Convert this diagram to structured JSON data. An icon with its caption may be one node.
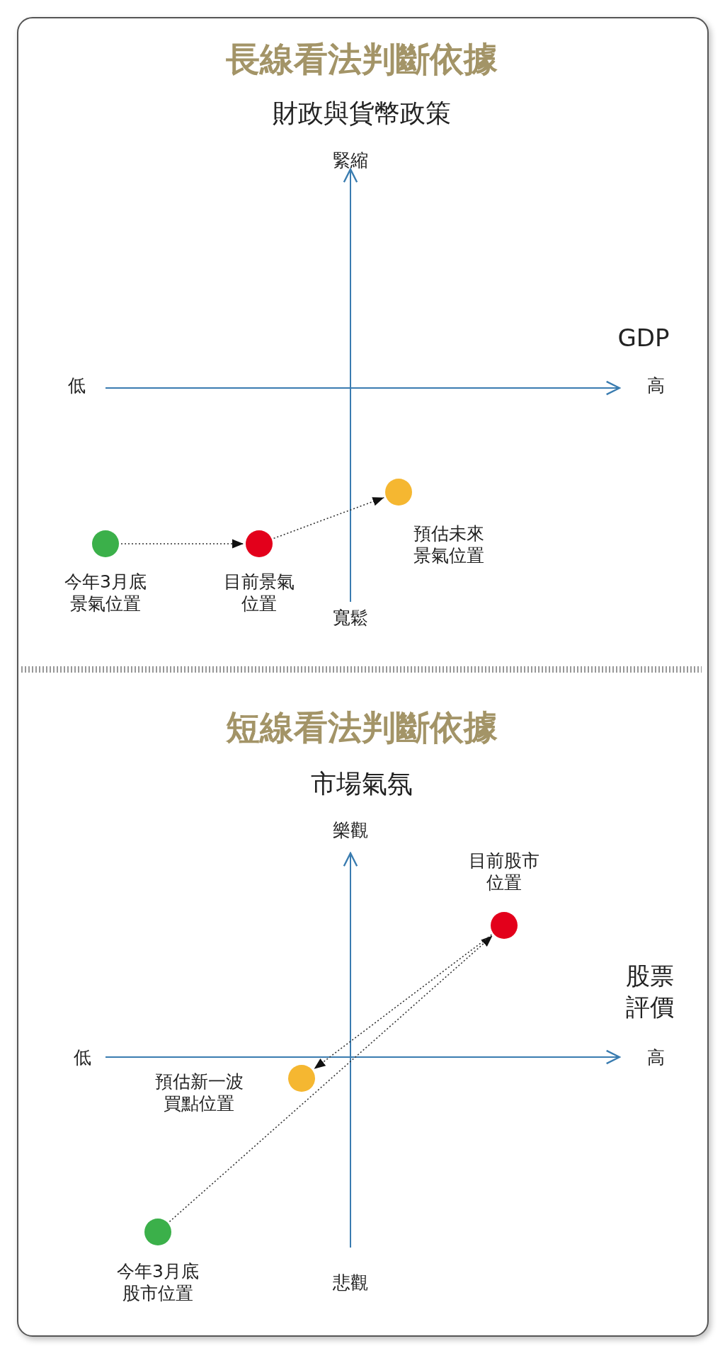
{
  "diagram": {
    "nodes": [
      {
        "text": [],
        "shape": "circle",
        "beside": [
          "預估未來景氣位置"
        ]
      },
      {
        "text": [],
        "shape": "circle",
        "beside": [
          "今年3月底景氣位置"
        ]
      },
      {
        "text": [],
        "shape": "circle",
        "beside": [
          "目前景氣位置"
        ]
      },
      {
        "text": [],
        "shape": "circle",
        "beside": [
          "目前股市位置"
        ]
      },
      {
        "text": [],
        "shape": "circle",
        "beside": [
          "預估新一波買點位置"
        ]
      },
      {
        "text": [],
        "shape": "circle",
        "beside": [
          "今年3月底股市位置"
        ]
      }
    ],
    "edges": [
      {
        "from": 1,
        "to": 2,
        "arrow": "to",
        "style": "dashed"
      },
      {
        "from": 2,
        "to": 0,
        "arrow": "to",
        "style": "dashed"
      },
      {
        "from": 5,
        "to": 3,
        "arrow": "to",
        "style": "dashed"
      },
      {
        "from": 3,
        "to": 4,
        "arrow": "to",
        "style": "dashed"
      }
    ],
    "labels": [
      "長線看法判斷依據",
      "財政與貨幣政策",
      "緊縮",
      "GDP",
      "低",
      "高",
      "寬鬆",
      "短線看法判斷依據",
      "市場氣氛",
      "樂觀",
      "股票評價",
      "低",
      "高",
      "悲觀"
    ]
  }
}
